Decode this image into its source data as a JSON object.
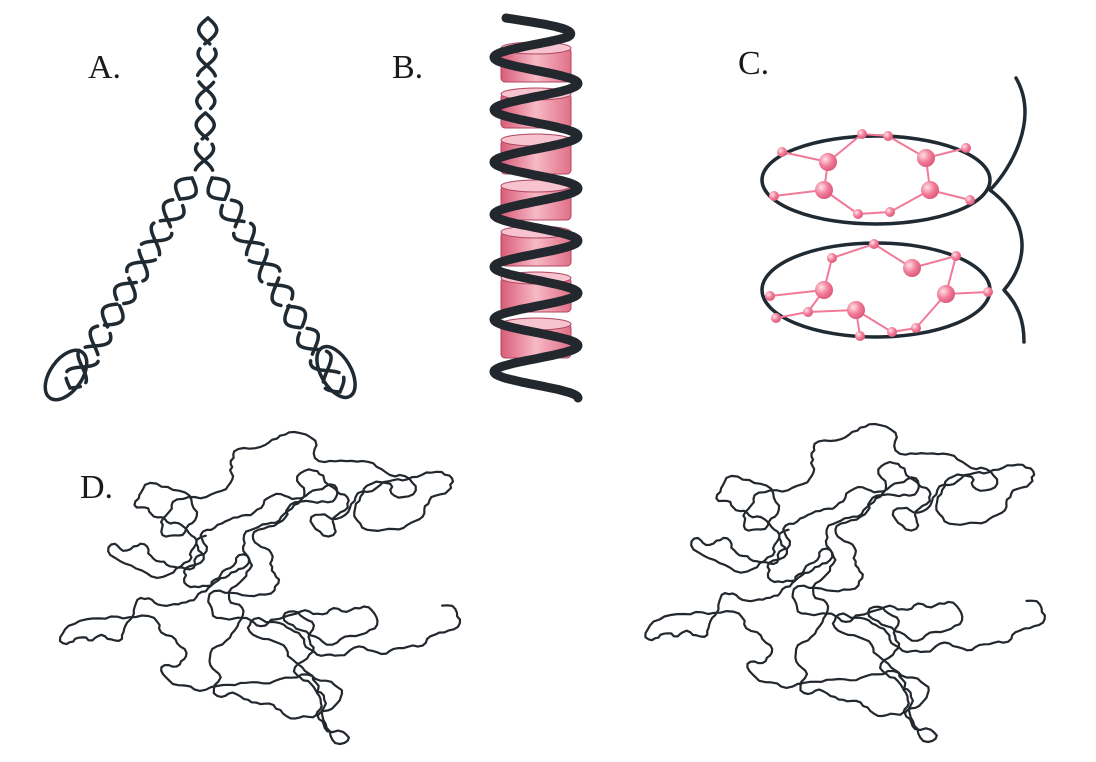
{
  "labels": {
    "a": "A.",
    "b": "B.",
    "c": "C.",
    "d": "D."
  },
  "colors": {
    "strand": "#1f2a33",
    "nucleosome": "#e8788f",
    "nucleosome_light": "#f6c3cf",
    "bead": "#f07a98",
    "background": "#ffffff"
  }
}
